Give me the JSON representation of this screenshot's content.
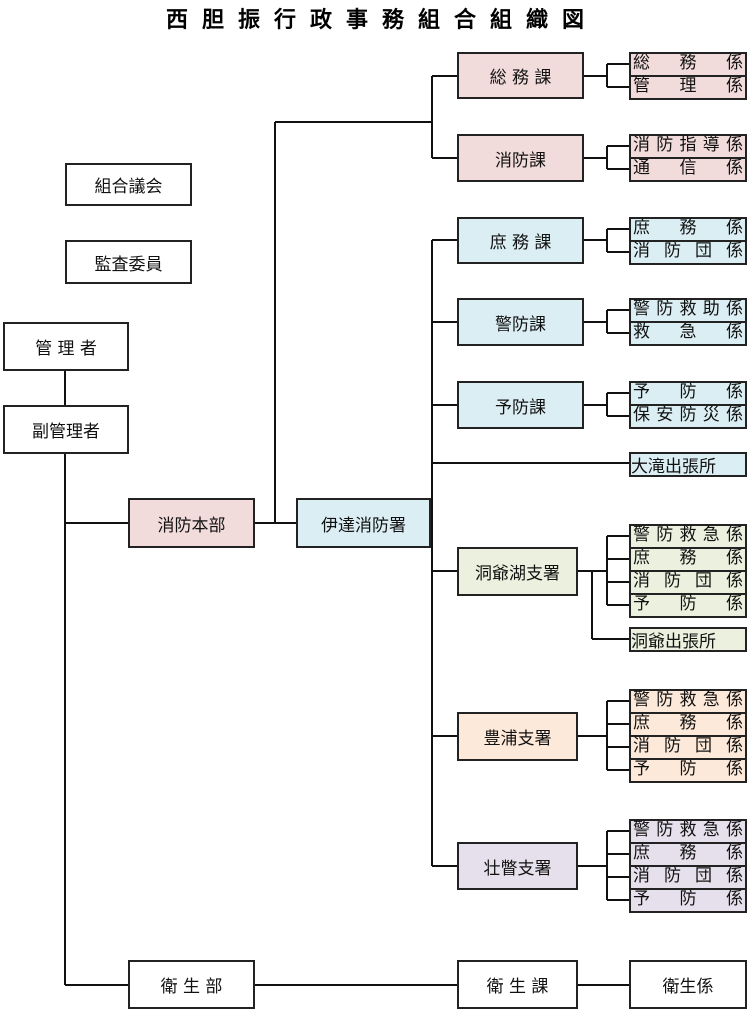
{
  "title": "西胆振行政事務組合組織図",
  "colors": {
    "pink": "#f2dcdb",
    "blue": "#dbeef4",
    "green": "#ebf1de",
    "orange": "#fde9d9",
    "purple": "#e5e0ec",
    "white": "#ffffff"
  },
  "nodes": {
    "council": "組合議会",
    "auditor": "監査委員",
    "manager": "管 理 者",
    "vice_manager": "副管理者",
    "fire_hq": "消防本部",
    "date_station": "伊達消防署",
    "general_affairs": "総 務 課",
    "fire_section": "消防課",
    "admin_section": "庶 務 課",
    "defense_section": "警防課",
    "prevention_section": "予防課",
    "otaki_office": "大滝出張所",
    "toyako_branch": "洞爺湖支署",
    "toyako_office": "洞爺出張所",
    "toyoura_branch": "豊浦支署",
    "sobetsu_branch": "壮瞥支署",
    "health_dept": "衛 生 部",
    "health_section": "衛 生 課",
    "health_unit": "衛生係"
  },
  "units": {
    "general_affairs": [
      "総務係",
      "管理係"
    ],
    "fire_section": [
      "消防指導係",
      "通信係"
    ],
    "admin_section": [
      "庶務係",
      "消防団係"
    ],
    "defense_section": [
      "警防救助係",
      "救急係"
    ],
    "prevention_section": [
      "予防係",
      "保安防災係"
    ],
    "toyako_branch": [
      "警防救急係",
      "庶務係",
      "消防団係",
      "予防係"
    ],
    "toyoura_branch": [
      "警防救急係",
      "庶務係",
      "消防団係",
      "予防係"
    ],
    "sobetsu_branch": [
      "警防救急係",
      "庶務係",
      "消防団係",
      "予防係"
    ]
  }
}
